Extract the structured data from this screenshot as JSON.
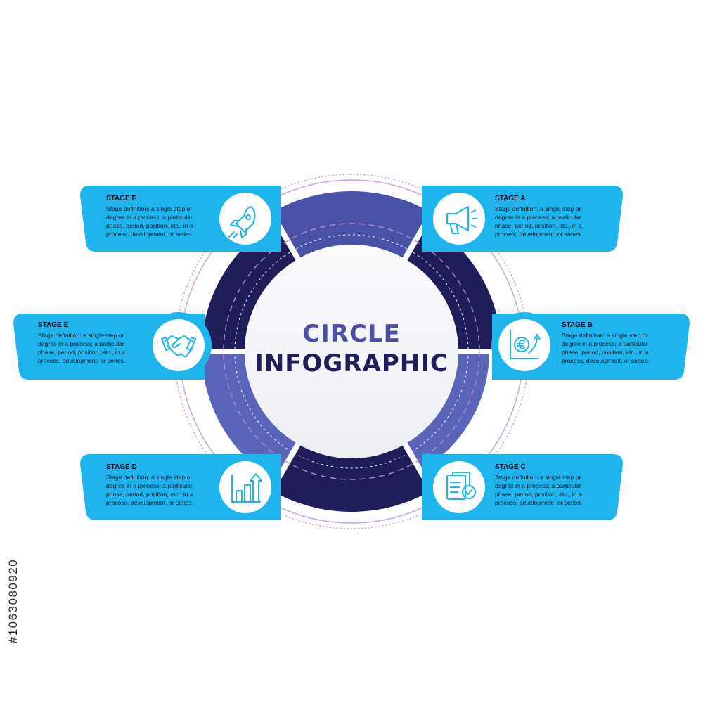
{
  "title": {
    "line1": "CIRCLE",
    "line2": "INFOGRAPHIC"
  },
  "stages": [
    {
      "id": "A",
      "label": "STAGE A",
      "icon": "megaphone-icon",
      "text_lines": [
        "Stage definition: a single step or",
        "degree in a process; a particular",
        "phase, period, position, etc., in a",
        "process, development, or series."
      ]
    },
    {
      "id": "B",
      "label": "STAGE B",
      "icon": "euro-growth-icon",
      "text_lines": [
        "Stage definition: a single step or",
        "degree in a process; a particular",
        "phase, period, position, etc., in a",
        "process, development, or series."
      ]
    },
    {
      "id": "C",
      "label": "STAGE C",
      "icon": "document-check-icon",
      "text_lines": [
        "Stage definition: a single step or",
        "degree in a process; a particular",
        "phase, period, position, etc., in a",
        "process, development, or series."
      ]
    },
    {
      "id": "D",
      "label": "STAGE D",
      "icon": "bar-chart-arrow-icon",
      "text_lines": [
        "Stage definition: a single step or",
        "degree in a process; a particular",
        "phase, period, position, etc., in a",
        "process, development, or series."
      ]
    },
    {
      "id": "E",
      "label": "STAGE E",
      "icon": "handshake-icon",
      "text_lines": [
        "Stage definition: a single step or",
        "degree in a process; a particular",
        "phase, period, position, etc., in a",
        "process, development, or series."
      ]
    },
    {
      "id": "F",
      "label": "STAGE F",
      "icon": "rocket-icon",
      "text_lines": [
        "Stage definition: a single step or",
        "degree in a process; a particular",
        "phase, period, position, etc., in a",
        "process, development, or series."
      ]
    }
  ],
  "watermark": "#1063080920",
  "colors": {
    "card": "#1fb5ec",
    "ring_dark": "#1f1d5a",
    "ring_mid": "#4a52a8",
    "ring_light": "#5a64b8",
    "title_top": "#4a4fa8",
    "title_bottom": "#1f1d5a",
    "guide": "#b48ed8"
  }
}
